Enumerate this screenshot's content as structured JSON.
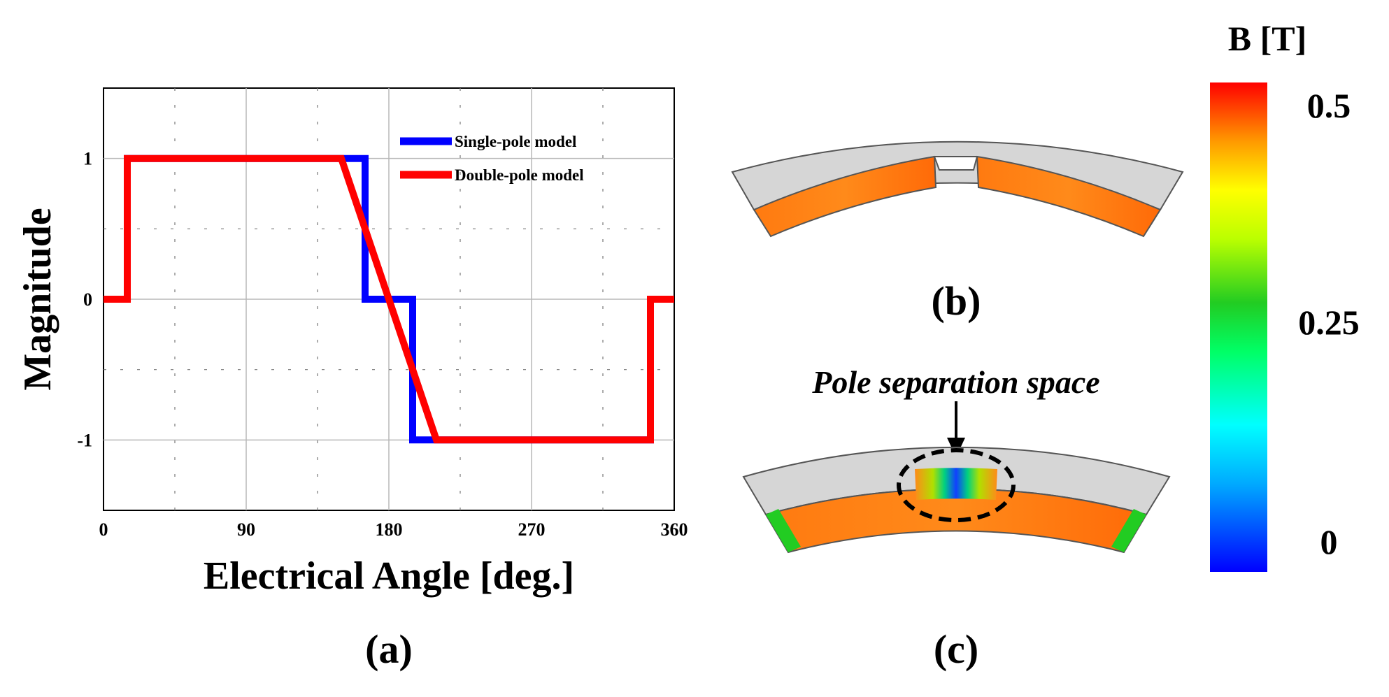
{
  "chart_data": {
    "type": "line",
    "xlabel": "Electrical Angle [deg.]",
    "ylabel": "Magnitude",
    "xlim": [
      0,
      360
    ],
    "ylim": [
      -1.5,
      1.5
    ],
    "x_ticks": [
      "0",
      "90",
      "180",
      "270",
      "360"
    ],
    "y_ticks": [
      "1",
      "0",
      "-1"
    ],
    "grid": true,
    "legend_position": "top-right",
    "series": [
      {
        "name": "Single-pole model",
        "color": "#0000ff",
        "x": [
          0,
          15,
          15,
          165,
          165,
          195,
          195,
          345,
          345,
          360
        ],
        "y": [
          0,
          0,
          1,
          1,
          0,
          0,
          -1,
          -1,
          0,
          0
        ]
      },
      {
        "name": "Double-pole model",
        "color": "#ff0000",
        "x": [
          0,
          15,
          15,
          150,
          210,
          345,
          345,
          360
        ],
        "y": [
          0,
          0,
          1,
          1,
          -1,
          -1,
          0,
          0
        ]
      }
    ]
  },
  "panels": {
    "a": "(a)",
    "b": "(b)",
    "c": "(c)"
  },
  "annotation": "Pole separation space",
  "colorbar": {
    "title": "B [T]",
    "ticks": [
      "0.5",
      "0.25",
      "0"
    ],
    "values": [
      0.5,
      0.25,
      0
    ]
  }
}
